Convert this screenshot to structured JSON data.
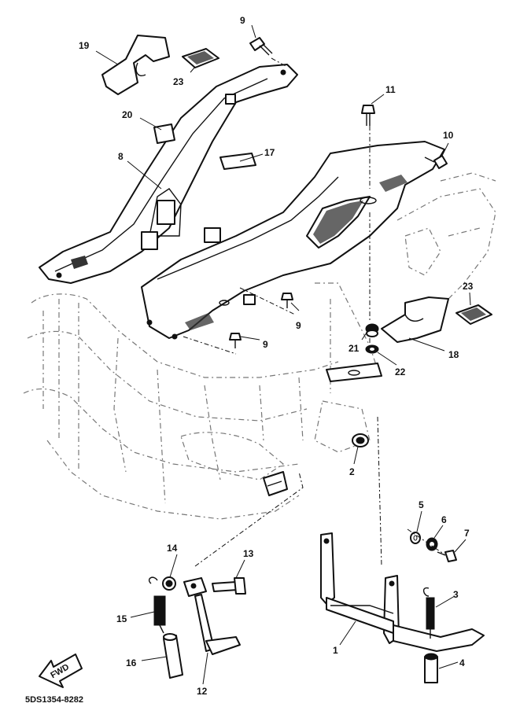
{
  "diagram_code": "5DS1354-8282",
  "fwd_label": "FWD",
  "callouts": [
    {
      "id": "c19",
      "label": "19"
    },
    {
      "id": "c23a",
      "label": "23"
    },
    {
      "id": "c9a",
      "label": "9"
    },
    {
      "id": "c20",
      "label": "20"
    },
    {
      "id": "c8",
      "label": "8"
    },
    {
      "id": "c17",
      "label": "17"
    },
    {
      "id": "c11",
      "label": "11"
    },
    {
      "id": "c10",
      "label": "10"
    },
    {
      "id": "c23b",
      "label": "23"
    },
    {
      "id": "c9b",
      "label": "9"
    },
    {
      "id": "c9c",
      "label": "9"
    },
    {
      "id": "c21",
      "label": "21"
    },
    {
      "id": "c22",
      "label": "22"
    },
    {
      "id": "c18",
      "label": "18"
    },
    {
      "id": "c2",
      "label": "2"
    },
    {
      "id": "c5",
      "label": "5"
    },
    {
      "id": "c6",
      "label": "6"
    },
    {
      "id": "c7",
      "label": "7"
    },
    {
      "id": "c14",
      "label": "14"
    },
    {
      "id": "c13",
      "label": "13"
    },
    {
      "id": "c3",
      "label": "3"
    },
    {
      "id": "c15",
      "label": "15"
    },
    {
      "id": "c1",
      "label": "1"
    },
    {
      "id": "c16",
      "label": "16"
    },
    {
      "id": "c4",
      "label": "4"
    },
    {
      "id": "c12",
      "label": "12"
    }
  ]
}
